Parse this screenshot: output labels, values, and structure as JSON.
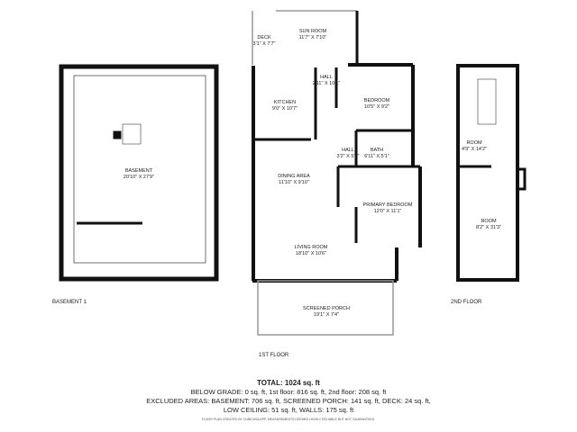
{
  "floors": {
    "basement": {
      "label": "BASEMENT 1",
      "rooms": [
        {
          "name": "BASEMENT",
          "dims": "20'10\" X 27'9\""
        }
      ]
    },
    "first": {
      "label": "1ST FLOOR",
      "rooms": [
        {
          "name": "SUN ROOM",
          "dims": "11'7\" X 7'10\""
        },
        {
          "name": "DECK",
          "dims": "3'1\" X 7'7\""
        },
        {
          "name": "HALL",
          "dims": "2'11\" X 10'1\""
        },
        {
          "name": "KITCHEN",
          "dims": "9'0\" X 10'7\""
        },
        {
          "name": "BEDROOM",
          "dims": "10'5\" X 9'2\""
        },
        {
          "name": "HALL",
          "dims": "3'2\" X 5'1\""
        },
        {
          "name": "BATH",
          "dims": "6'11\" X 5'1\""
        },
        {
          "name": "DINING AREA",
          "dims": "11'10\" X 9'10\""
        },
        {
          "name": "PRIMARY BEDROOM",
          "dims": "12'0\" X 11'1\""
        },
        {
          "name": "LIVING ROOM",
          "dims": "18'10\" X 10'6\""
        },
        {
          "name": "SCREENED PORCH",
          "dims": "19'1\" X 7'4\""
        }
      ]
    },
    "second": {
      "label": "2ND FLOOR",
      "rooms": [
        {
          "name": "ROOM",
          "dims": "4'9\" X 14'2\""
        },
        {
          "name": "ROOM",
          "dims": "8'2\" X 31'3\""
        }
      ]
    }
  },
  "summary": {
    "total": "TOTAL: 1024 sq. ft",
    "below_grade": "BELOW GRADE: 0 sq. ft, 1st floor: 816 sq. ft, 2nd floor: 208 sq. ft",
    "excluded": "EXCLUDED AREAS: BASEMENT: 706 sq. ft, SCREENED PORCH: 141 sq. ft, DECK: 24 sq. ft,",
    "low_ceiling": "LOW CEILING: 51 sq. ft, WALLS: 175 sq. ft",
    "disclaimer": "FLOOR PLAN CREATED BY CUBICASA APP. MEASUREMENTS DEEMED HIGHLY RELIABLE BUT NOT GUARANTEED."
  }
}
